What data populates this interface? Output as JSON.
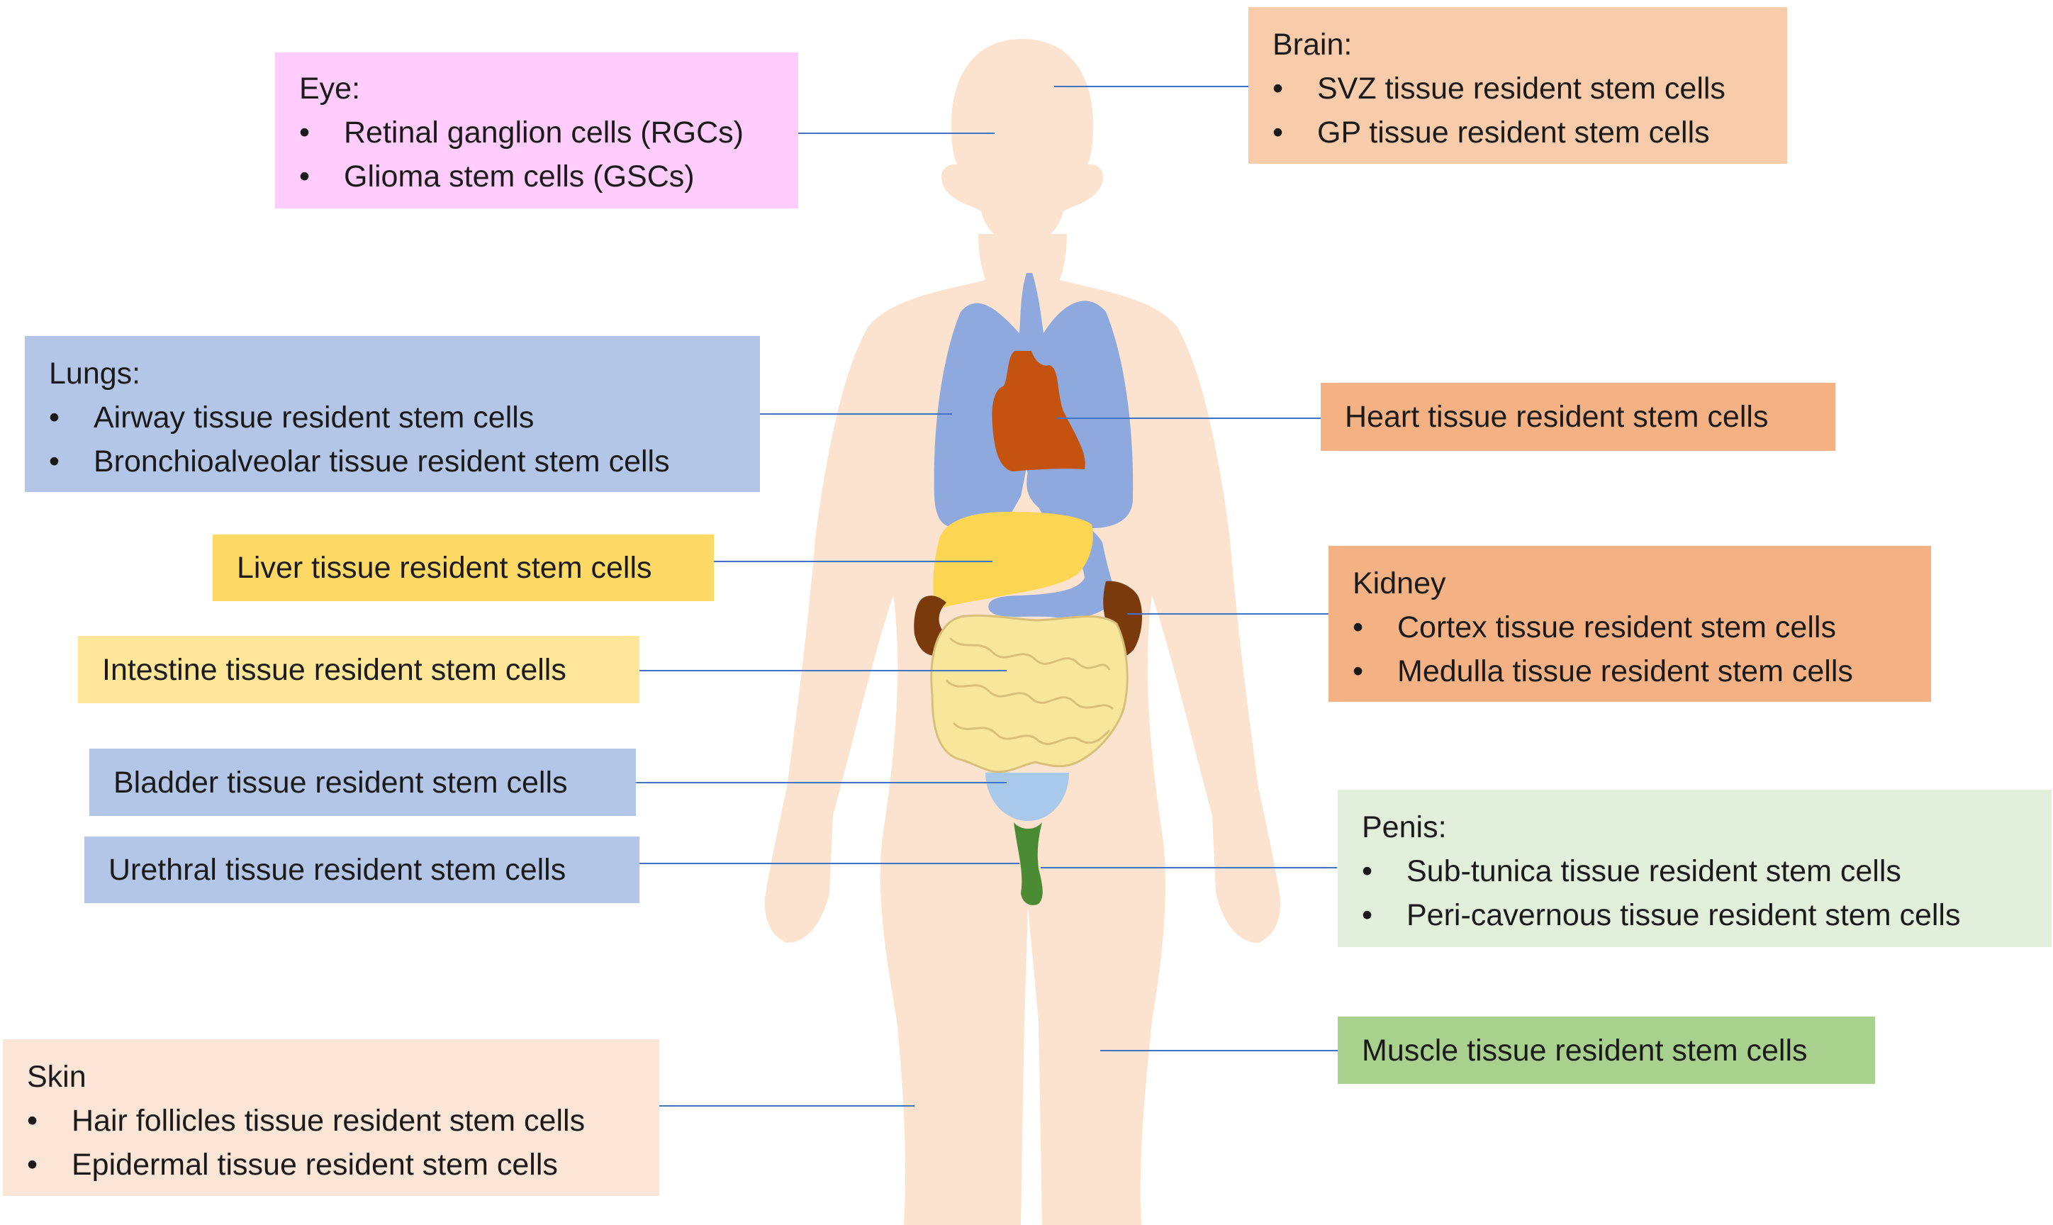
{
  "colors": {
    "skin": "#fce3d0",
    "lung": "#8da9de",
    "heart": "#c4530f",
    "liver": "#fcd653",
    "kidney": "#7a3a0b",
    "intestine": "#f8e69b",
    "bladder": "#a9c9eb",
    "penis": "#4a8b34",
    "line": "#4472c4"
  },
  "labels": {
    "eye": {
      "title": "Eye:",
      "items": [
        "Retinal ganglion cells (RGCs)",
        "Glioma stem cells (GSCs)"
      ],
      "color": "#ffccfb"
    },
    "brain": {
      "title": "Brain:",
      "items": [
        "SVZ tissue resident stem cells",
        "GP tissue resident stem cells"
      ],
      "color": "#f8cbab"
    },
    "lungs": {
      "title": "Lungs:",
      "items": [
        "Airway tissue resident stem cells",
        "Bronchioalveolar tissue resident stem cells"
      ],
      "color": "#b4c6e7"
    },
    "heart": {
      "text": "Heart tissue resident stem cells",
      "color": "#f4b183"
    },
    "liver": {
      "text": "Liver tissue resident stem cells",
      "color": "#ffd966"
    },
    "kidney": {
      "title": "Kidney",
      "items": [
        "Cortex tissue resident stem cells",
        "Medulla tissue resident stem cells"
      ],
      "color": "#f4b183"
    },
    "intestine": {
      "text": "Intestine tissue resident stem cells",
      "color": "#ffe699"
    },
    "bladder": {
      "text": "Bladder tissue resident stem cells",
      "color": "#b4c6e7"
    },
    "urethral": {
      "text": "Urethral tissue resident stem cells",
      "color": "#b4c6e7"
    },
    "penis": {
      "title": "Penis:",
      "items": [
        "Sub-tunica tissue resident stem cells",
        "Peri-cavernous  tissue resident stem cells"
      ],
      "color": "#e2efda"
    },
    "muscle": {
      "text": "Muscle tissue resident stem cells",
      "color": "#a9d18e"
    },
    "skin": {
      "title": "Skin",
      "items": [
        "Hair follicles tissue resident stem cells",
        "Epidermal tissue resident stem cells"
      ],
      "color": "#fbe5d6"
    }
  }
}
